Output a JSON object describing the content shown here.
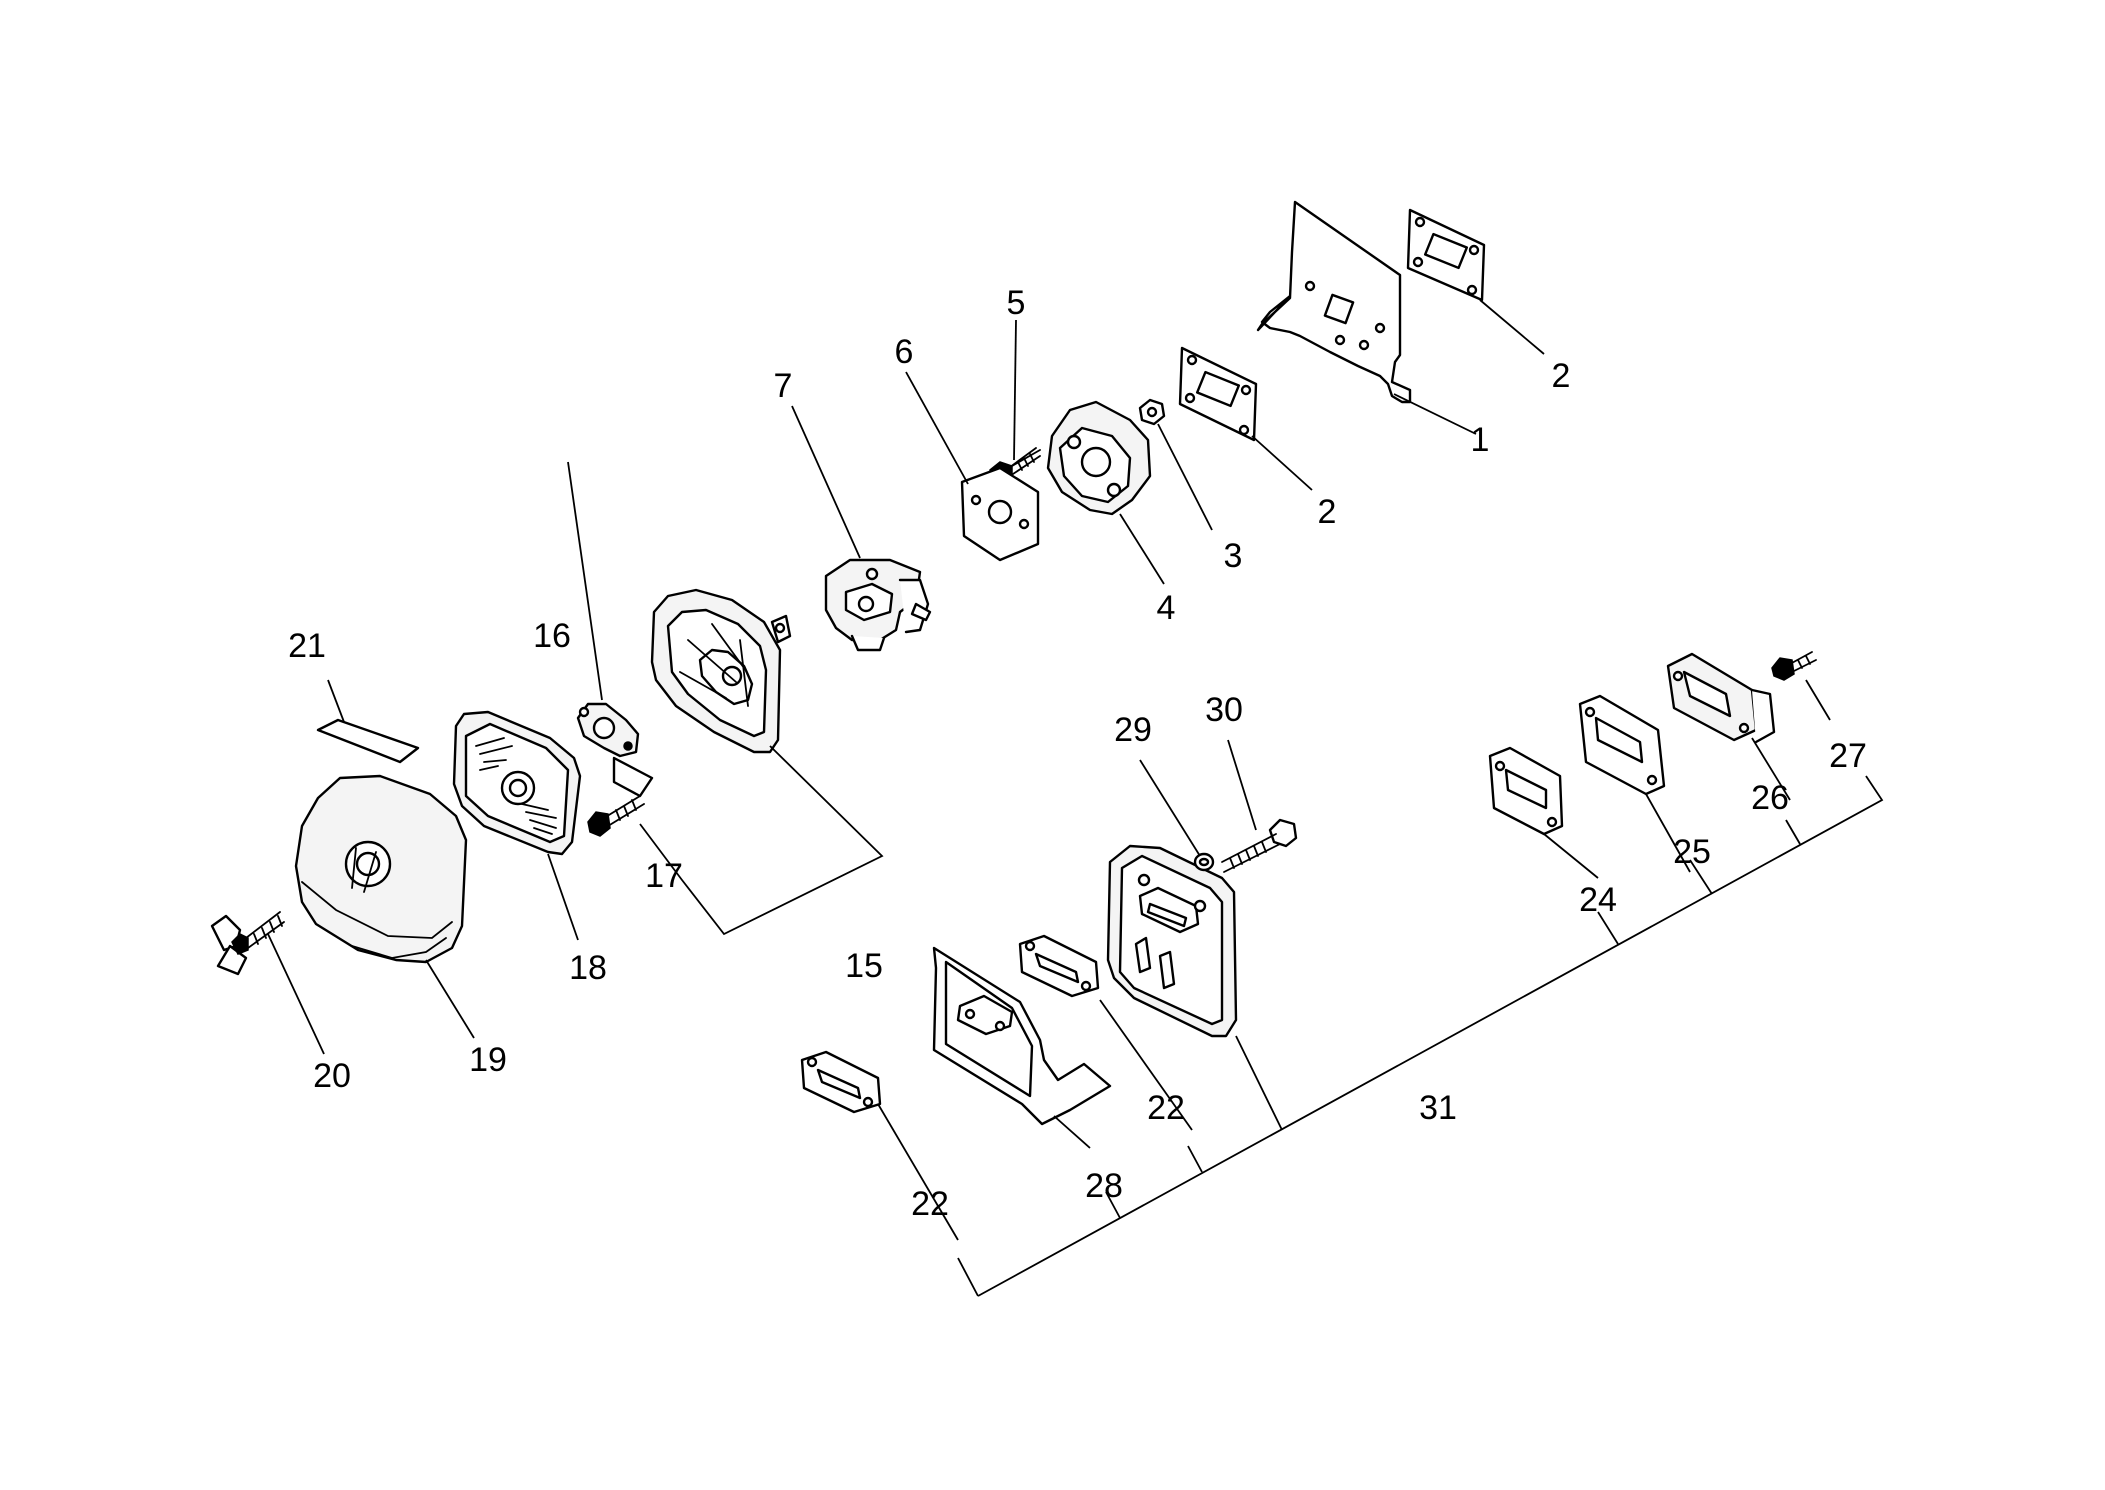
{
  "callouts": [
    {
      "id": "c1",
      "label": "1"
    },
    {
      "id": "c2a",
      "label": "2"
    },
    {
      "id": "c2b",
      "label": "2"
    },
    {
      "id": "c3",
      "label": "3"
    },
    {
      "id": "c4",
      "label": "4"
    },
    {
      "id": "c5",
      "label": "5"
    },
    {
      "id": "c6",
      "label": "6"
    },
    {
      "id": "c7",
      "label": "7"
    },
    {
      "id": "c15",
      "label": "15"
    },
    {
      "id": "c16",
      "label": "16"
    },
    {
      "id": "c17",
      "label": "17"
    },
    {
      "id": "c18",
      "label": "18"
    },
    {
      "id": "c19",
      "label": "19"
    },
    {
      "id": "c20",
      "label": "20"
    },
    {
      "id": "c21",
      "label": "21"
    },
    {
      "id": "c22a",
      "label": "22"
    },
    {
      "id": "c22b",
      "label": "22"
    },
    {
      "id": "c24",
      "label": "24"
    },
    {
      "id": "c25",
      "label": "25"
    },
    {
      "id": "c26",
      "label": "26"
    },
    {
      "id": "c27",
      "label": "27"
    },
    {
      "id": "c28",
      "label": "28"
    },
    {
      "id": "c29",
      "label": "29"
    },
    {
      "id": "c30",
      "label": "30"
    },
    {
      "id": "c31",
      "label": "31"
    }
  ]
}
